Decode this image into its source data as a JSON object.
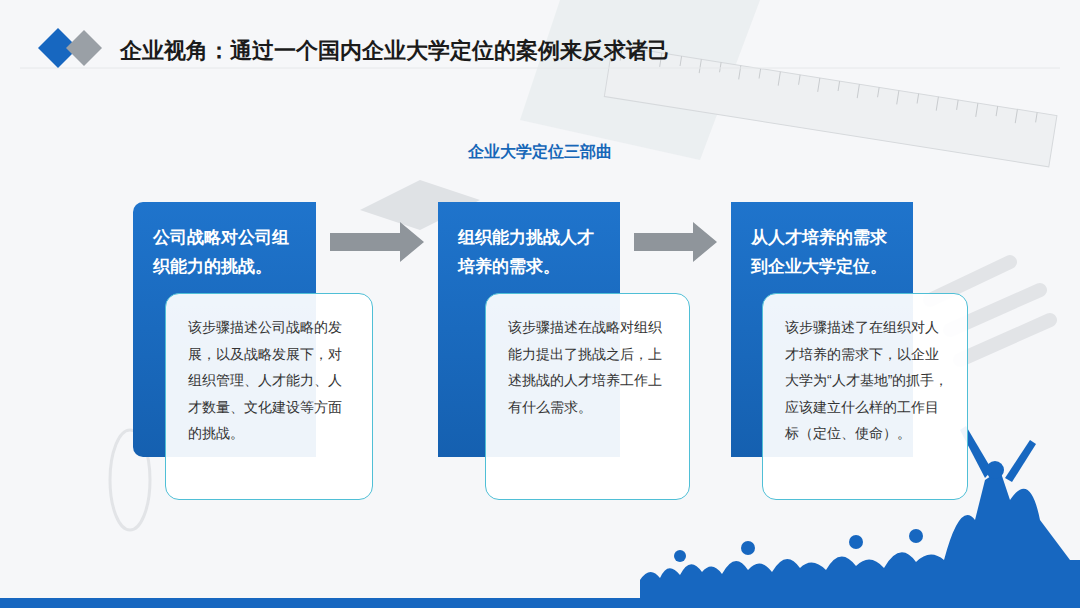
{
  "diagram": {
    "title": "企业视角：通过一个国内企业大学定位的案例来反求诸己",
    "nodes": [
      {
        "text": [
          "公司战略对公司组织能力的挑战。"
        ]
      },
      {
        "text": [
          "该步骤描述公司战略的发展，以及战略发展下，对组织管理、人才能力、人才数量、文化建设等方面的挑战。"
        ]
      },
      {
        "text": [
          "组织能力挑战人才培养的需求。"
        ]
      },
      {
        "text": [
          "该步骤描述在战略对组织能力提出了挑战之后，上述挑战的人才培养工作上有什么需求。"
        ]
      },
      {
        "text": [
          "从人才培养的需求到企业大学定位。"
        ]
      },
      {
        "text": [
          "该步骤描述了在组织对人才培养的需求下，以企业大学为“人才基地”的抓手，应该建立什么样的工作目标（定位、使命）。"
        ]
      }
    ],
    "edges": [
      {
        "from": 0,
        "to": 2,
        "arrow": "to"
      },
      {
        "from": 2,
        "to": 4,
        "arrow": "to"
      }
    ],
    "labels": [
      "企业大学定位三部曲"
    ]
  }
}
